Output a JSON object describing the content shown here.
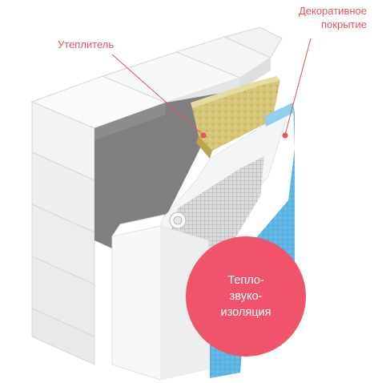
{
  "labels": {
    "insulation": "Утеплитель",
    "decorative_line1": "Декоративное",
    "decorative_line2": "покрытие"
  },
  "badge": {
    "line1": "Тепло-",
    "line2": "звуко-",
    "line3": "изоляция"
  },
  "colors": {
    "accent": "#f0546a",
    "label_text": "#e8535f",
    "block": "#eef0f1",
    "dark_layer": "#7f7f80",
    "mineral_wool": "#d8c87a",
    "blue_coat": "#5db6e3"
  }
}
